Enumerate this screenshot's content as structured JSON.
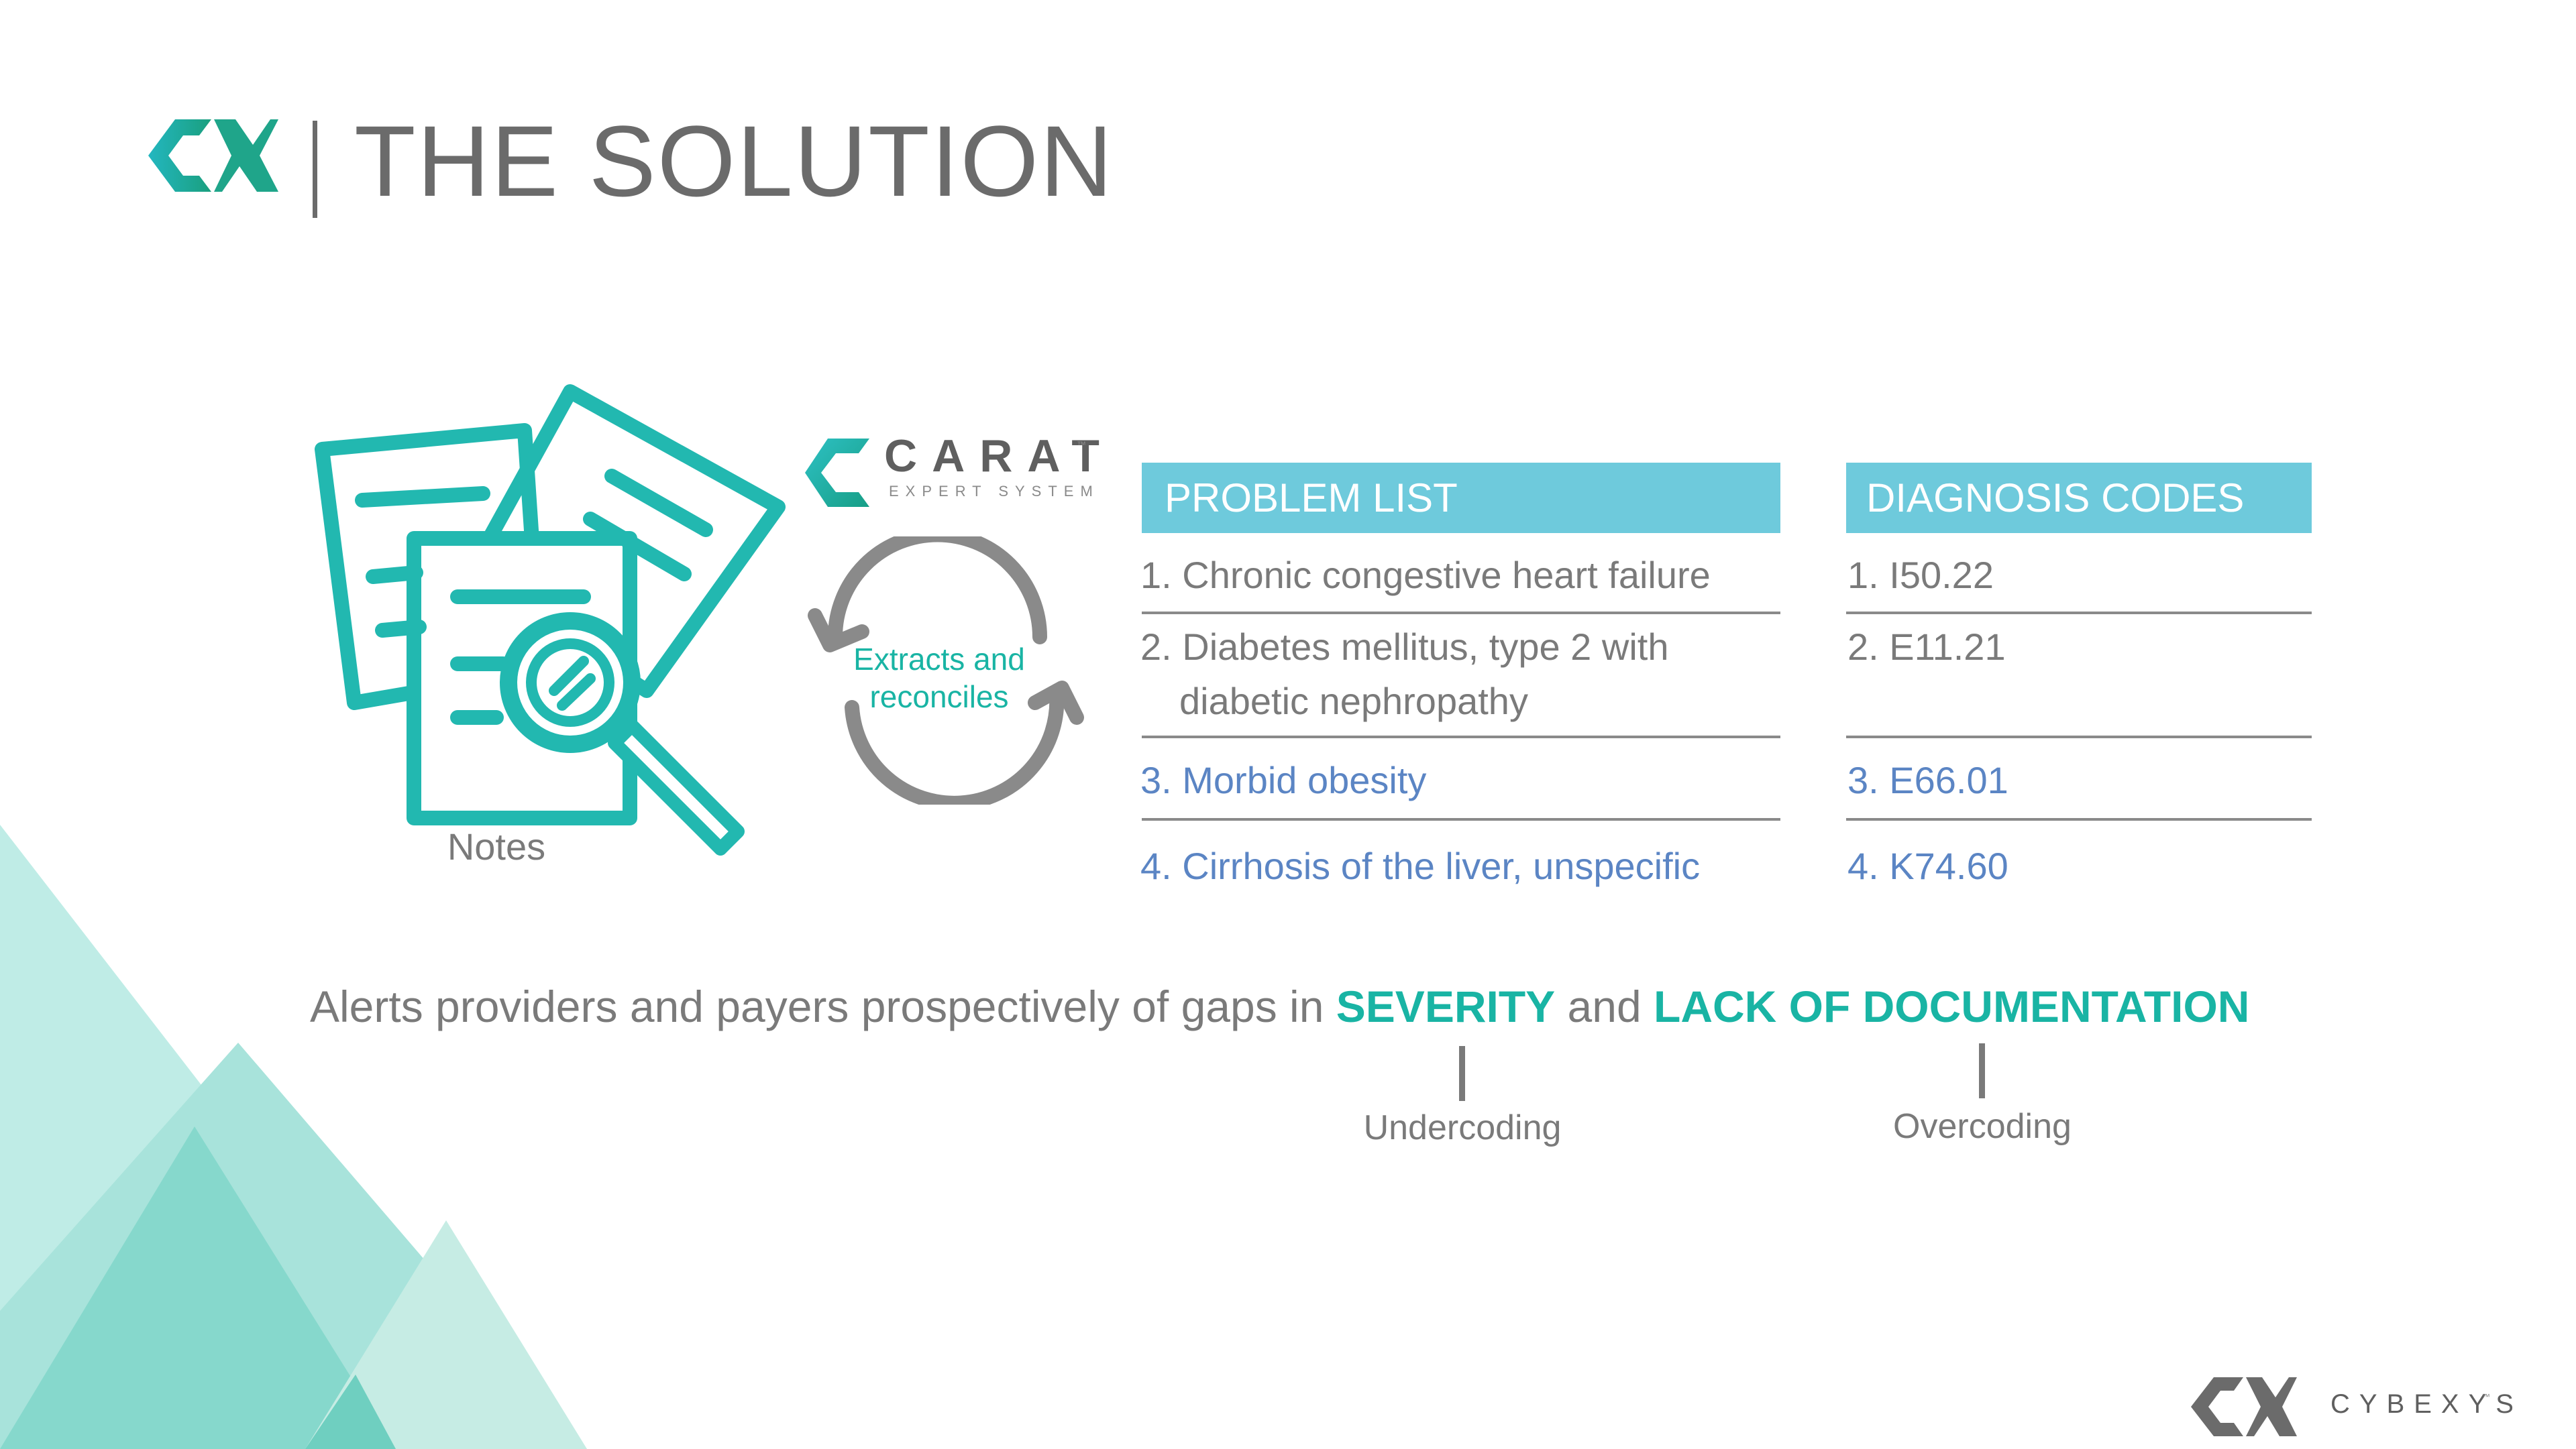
{
  "title": "THE SOLUTION",
  "carat": {
    "name": "CARAT",
    "tm": "™",
    "subtitle": "EXPERT SYSTEM"
  },
  "cycle_label": "Extracts and reconciles",
  "notes_label": "Notes",
  "problem_list": {
    "header": "PROBLEM LIST",
    "items": [
      {
        "text": "1. Chronic congestive heart failure"
      },
      {
        "line1": "2. Diabetes mellitus, type 2 with",
        "line2": "diabetic nephropathy"
      },
      {
        "text": "3. Morbid obesity"
      },
      {
        "text": "4. Cirrhosis of the liver, unspecific"
      }
    ]
  },
  "diagnosis_codes": {
    "header": "DIAGNOSIS CODES",
    "items": [
      "1. I50.22",
      "2. E11.21",
      "3. E66.01",
      "4. K74.60"
    ]
  },
  "alert": {
    "prefix": "Alerts providers and payers prospectively of gaps in ",
    "severity": "SEVERITY",
    "middle": " and ",
    "lack": "LACK OF DOCUMENTATION"
  },
  "severity_note": "Undercoding",
  "lack_note": "Overcoding",
  "brand": {
    "name": "CYBEXYS",
    "tm": "™"
  },
  "colors": {
    "teal": "#19b4a4",
    "header_blue": "#6ecadc",
    "highlight_blue": "#5b85c4",
    "gray_text": "#7a7a7a"
  }
}
